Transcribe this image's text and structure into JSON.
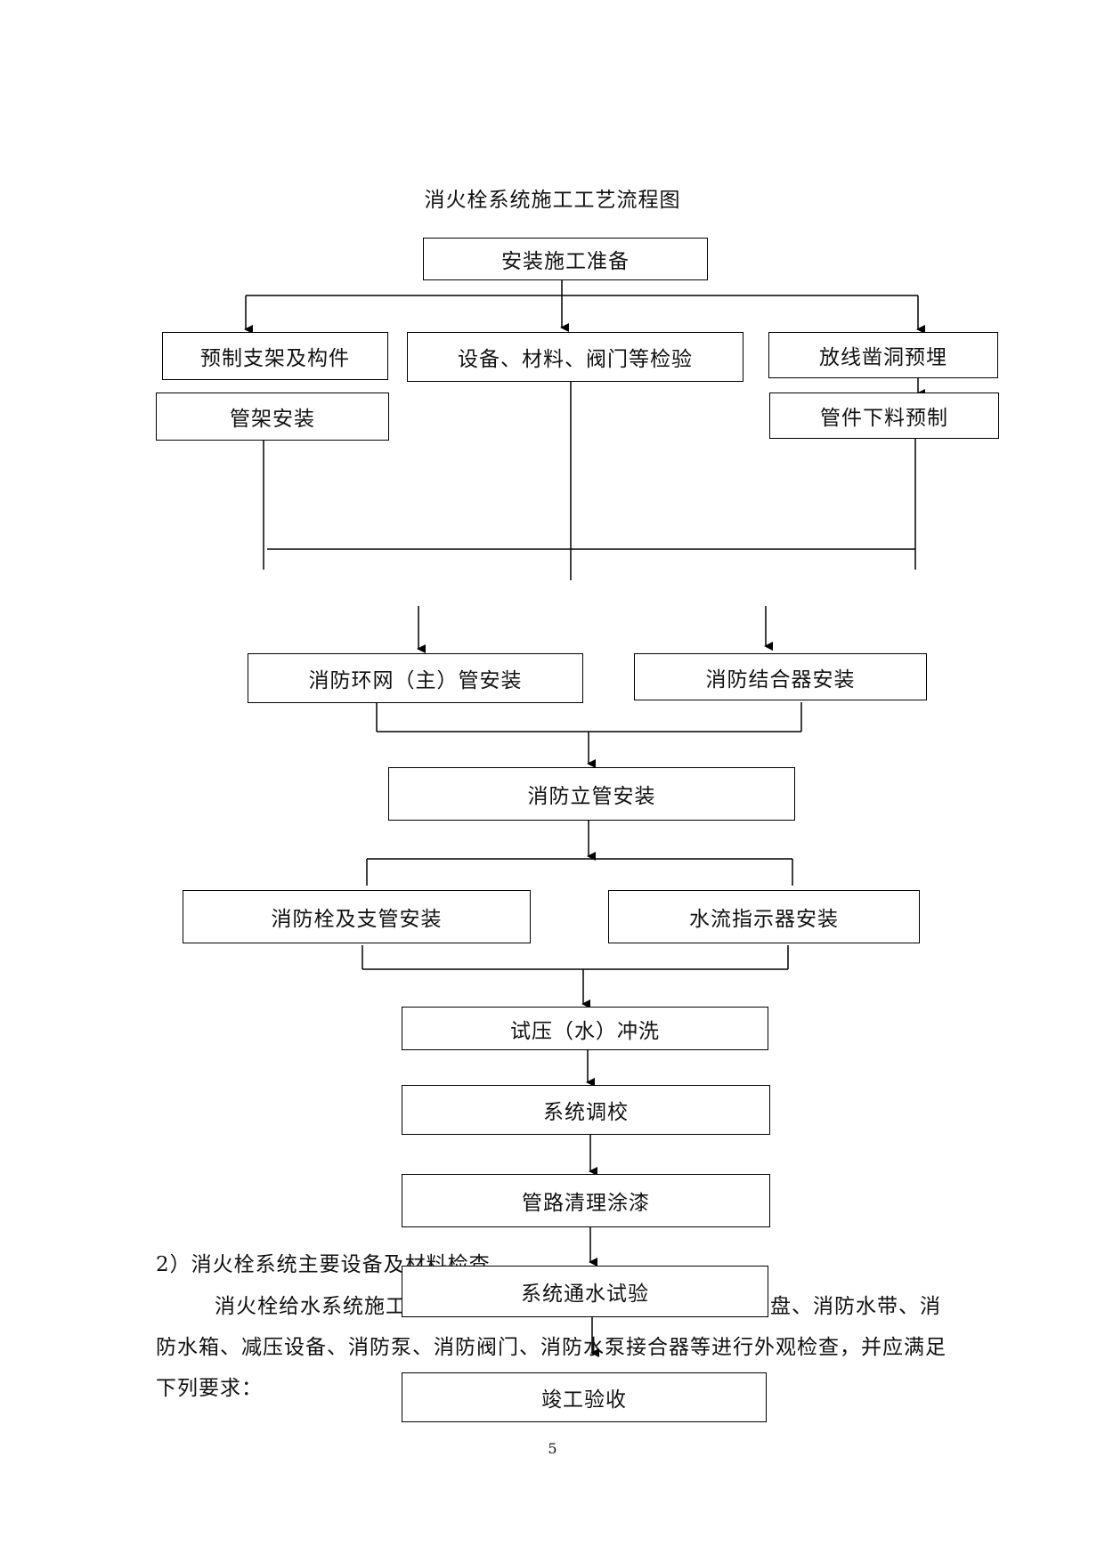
{
  "document": {
    "title": "消火栓系统施工工艺流程图",
    "page_number": "5"
  },
  "flowchart": {
    "start": "安装施工准备",
    "prefab_supports": "预制支架及构件",
    "inspection": "设备、材料、阀门等检验",
    "layout_holes": "放线凿洞预埋",
    "rack_install": "管架安装",
    "pipe_cutting": "管件下料预制",
    "ring_main": "消防环网（主）管安装",
    "combiner": "消防结合器安装",
    "riser": "消防立管安装",
    "hydrant_branch": "消防栓及支管安装",
    "flow_indicator": "水流指示器安装",
    "pressure_test": "试压（水）冲洗",
    "calibration": "系统调校",
    "cleaning_painting": "管路清理涂漆",
    "water_test": "系统通水试验",
    "acceptance": "竣工验收"
  },
  "body_text": {
    "section_heading": "2）消火栓系统主要设备及材料检查",
    "line1": "消火栓给水系统施工安装前，应对消火栓及其附件、消防卷盘、消防水带、消",
    "line2": "防水箱、减压设备、消防泵、消防阀门、消防水泵接合器等进行外观检查，并应满足",
    "line3": "下列要求："
  }
}
